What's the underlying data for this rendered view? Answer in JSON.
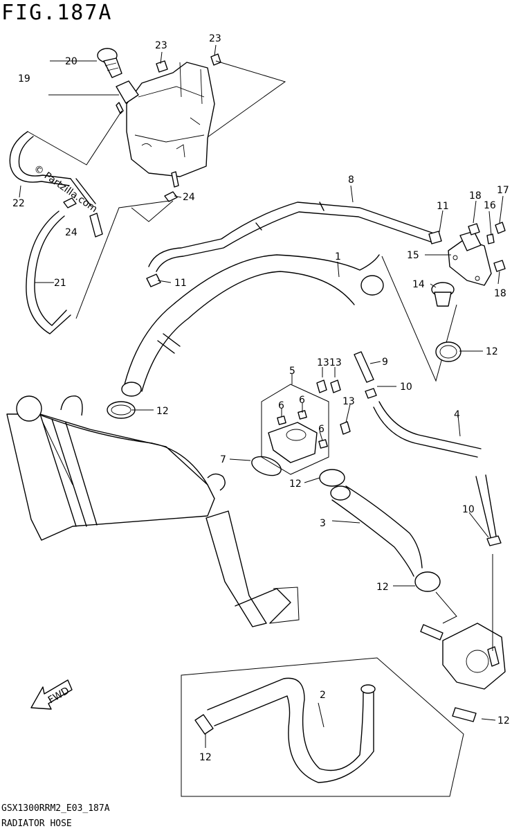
{
  "figure": {
    "title": "FIG.187A",
    "footer_code": "GSX1300RRM2_E03_187A",
    "caption": "RADIATOR HOSE",
    "watermark": "© Partzilla.com",
    "fwd_arrow": "FWD"
  },
  "callouts": [
    {
      "id": "c1",
      "label": "1"
    },
    {
      "id": "c2",
      "label": "2"
    },
    {
      "id": "c3",
      "label": "3"
    },
    {
      "id": "c4",
      "label": "4"
    },
    {
      "id": "c5",
      "label": "5"
    },
    {
      "id": "c6a",
      "label": "6"
    },
    {
      "id": "c6b",
      "label": "6"
    },
    {
      "id": "c6c",
      "label": "6"
    },
    {
      "id": "c7",
      "label": "7"
    },
    {
      "id": "c8",
      "label": "8"
    },
    {
      "id": "c9",
      "label": "9"
    },
    {
      "id": "c10a",
      "label": "10"
    },
    {
      "id": "c10b",
      "label": "10"
    },
    {
      "id": "c11a",
      "label": "11"
    },
    {
      "id": "c11b",
      "label": "11"
    },
    {
      "id": "c12a",
      "label": "12"
    },
    {
      "id": "c12b",
      "label": "12"
    },
    {
      "id": "c12c",
      "label": "12"
    },
    {
      "id": "c12d",
      "label": "12"
    },
    {
      "id": "c12e",
      "label": "12"
    },
    {
      "id": "c12f",
      "label": "12"
    },
    {
      "id": "c13a",
      "label": "13"
    },
    {
      "id": "c13b",
      "label": "13"
    },
    {
      "id": "c13c",
      "label": "13"
    },
    {
      "id": "c14",
      "label": "14"
    },
    {
      "id": "c15",
      "label": "15"
    },
    {
      "id": "c16",
      "label": "16"
    },
    {
      "id": "c17",
      "label": "17"
    },
    {
      "id": "c18a",
      "label": "18"
    },
    {
      "id": "c18b",
      "label": "18"
    },
    {
      "id": "c19",
      "label": "19"
    },
    {
      "id": "c20",
      "label": "20"
    },
    {
      "id": "c21",
      "label": "21"
    },
    {
      "id": "c22",
      "label": "22"
    },
    {
      "id": "c23a",
      "label": "23"
    },
    {
      "id": "c23b",
      "label": "23"
    },
    {
      "id": "c24a",
      "label": "24"
    },
    {
      "id": "c24b",
      "label": "24"
    }
  ]
}
